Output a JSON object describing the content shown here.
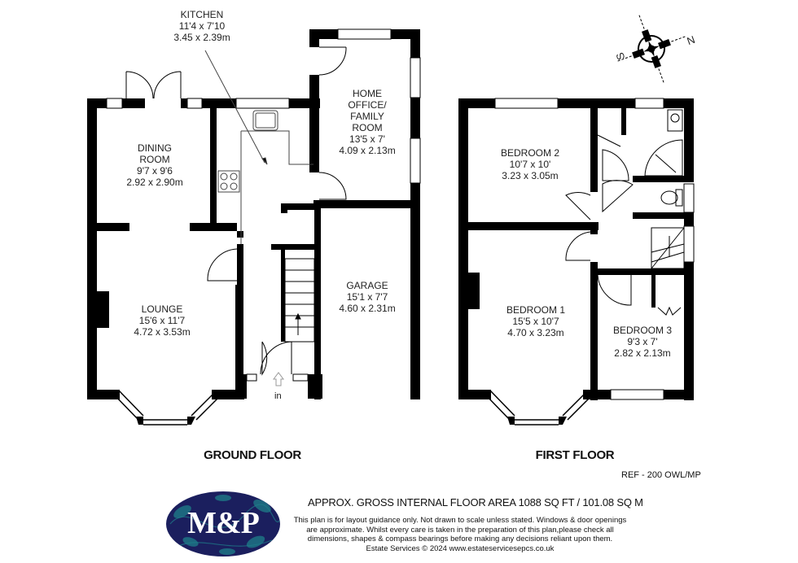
{
  "floors": [
    {
      "title": "GROUND FLOOR",
      "rooms": [
        {
          "name": "KITCHEN",
          "imperial": "11'4 x 7'10",
          "metric": "3.45 x 2.39m"
        },
        {
          "name": "DINING ROOM",
          "name_line1": "DINING",
          "name_line2": "ROOM",
          "imperial": "9'7 x 9'6",
          "metric": "2.92 x 2.90m"
        },
        {
          "name": "HOME OFFICE/ FAMILY ROOM",
          "name_line1": "HOME",
          "name_line2": "OFFICE/",
          "name_line3": "FAMILY",
          "name_line4": "ROOM",
          "imperial": "13'5 x 7'",
          "metric": "4.09 x 2.13m"
        },
        {
          "name": "LOUNGE",
          "imperial": "15'6 x 11'7",
          "metric": "4.72 x 3.53m"
        },
        {
          "name": "GARAGE",
          "imperial": "15'1 x 7'7",
          "metric": "4.60 x 2.31m"
        }
      ],
      "entrance_label": "in"
    },
    {
      "title": "FIRST FLOOR",
      "rooms": [
        {
          "name": "BEDROOM 2",
          "imperial": "10'7 x 10'",
          "metric": "3.23 x 3.05m"
        },
        {
          "name": "BEDROOM 1",
          "imperial": "15'5 x 10'7",
          "metric": "4.70 x 3.23m"
        },
        {
          "name": "BEDROOM 3",
          "imperial": "9'3 x 7'",
          "metric": "2.82 x 2.13m"
        }
      ]
    }
  ],
  "compass": {
    "north": "N",
    "south": "S"
  },
  "reference": "REF - 200 OWL/MP",
  "floor_area": "APPROX. GROSS INTERNAL FLOOR AREA 1088 SQ FT / 101.08 SQ M",
  "disclaimer": [
    "This plan is for layout guidance only. Not drawn to scale unless stated. Windows & door openings",
    "are approximate. Whilst every care is taken in the preparation of this plan,please check all",
    "dimensions, shapes & compass bearings before making any decisions reliant upon them.",
    "Estate Services © 2024    www.estateservicesepcs.co.uk"
  ],
  "logo": {
    "text": "M&P",
    "background": "#1b1f5e",
    "accent": "#1f7f8a"
  },
  "colors": {
    "wall": "#000000",
    "line": "#333333",
    "background": "#ffffff"
  }
}
